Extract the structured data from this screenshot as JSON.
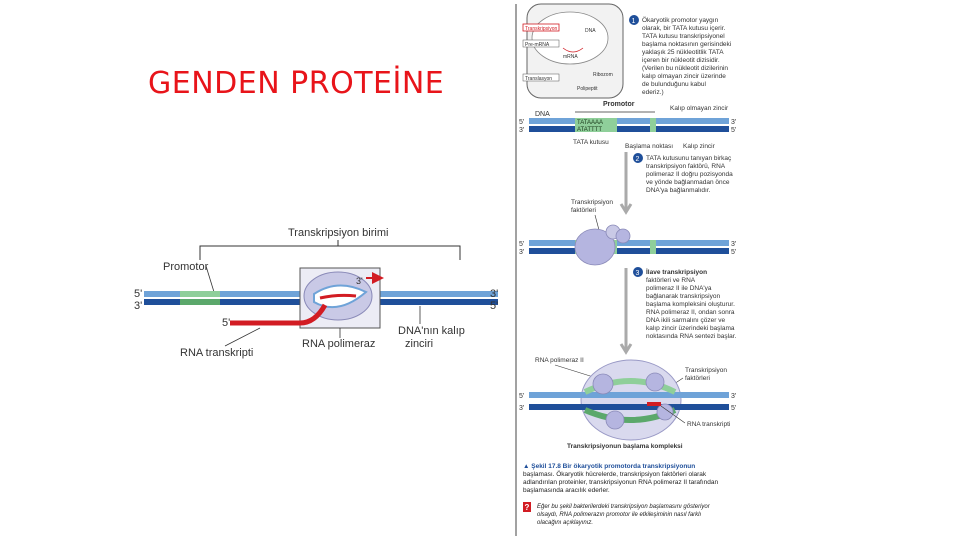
{
  "slide": {
    "title": "GENDEN PROTEİNE"
  },
  "left_figure": {
    "transcription_unit": "Transkripsiyon birimi",
    "promoter": "Promotor",
    "five_prime": "5'",
    "three_prime": "3'",
    "rna_polymerase": "RNA polimeraz",
    "rna_transcript": "RNA transkripti",
    "template_line1": "DNA'nın kalıp",
    "template_line2": "zinciri"
  },
  "right_figure": {
    "cell_labels": [
      "Transkripsiyon",
      "DNA",
      "Pre-mRNA",
      "mRNA",
      "Translasyon",
      "Polipeptit",
      "Ribozom"
    ],
    "step1_number": "1",
    "step1_lines": [
      "Ökaryotik promotor yaygın",
      "olarak, bir TATA kutusu içerir.",
      "TATA kutusu transkripsiyonel",
      "başlama noktasının gerisindeki",
      "yaklaşık 25 nükleotitlik TATA",
      "içeren bir nükleotit dizisidir.",
      "(Verilen bu nükleotit dizilerinin",
      "kalıp olmayan zincir üzerinde",
      "de bulunduğunu kabul",
      "ederiz.)"
    ],
    "promoter": "Promotor",
    "non_template": "Kalıp olmayan zincir",
    "dna": "DNA",
    "tata_seq_top": "TATAAAA",
    "tata_seq_bottom": "ATATTTT",
    "tata_box": "TATA kutusu",
    "start_point": "Başlama noktası",
    "template": "Kalıp zincir",
    "step2_number": "2",
    "step2_lines": [
      "TATA kutusunu tanıyan birkaç",
      "transkripsiyon faktörü, RNA",
      "polimeraz II doğru pozisyonda",
      "ve yönde bağlanmadan önce",
      "DNA'ya bağlanmalıdır."
    ],
    "tf_line1": "Transkripsiyon",
    "tf_line2": "faktörleri",
    "step3_number": "3",
    "step3_lines": [
      "İlave transkripsiyon",
      "faktörleri ve RNA",
      "polimeraz II ile DNA'ya",
      "bağlanarak transkripsiyon",
      "başlama kompleksini oluşturur.",
      "RNA polimeraz II, ondan sonra",
      "DNA ikili sarmalını çözer ve",
      "kalıp zincir üzerindeki başlama",
      "noktasında RNA sentezi başlar."
    ],
    "rna_pol2": "RNA polimeraz II",
    "tf_line1b": "Transkripsiyon",
    "tf_line2b": "faktörleri",
    "rna_transcript": "RNA transkripti",
    "initiation_complex": "Transkripsiyonun başlama kompleksi",
    "five_prime": "5'",
    "three_prime": "3'",
    "caption_lines": [
      "▲ Şekil 17.8  Bir ökaryotik promotorda transkripsiyonun",
      "başlaması. Ökaryotik hücrelerde, transkripsiyon faktörleri olarak",
      "adlandırılan proteinler, transkripsiyonun RNA polimeraz II tarafından",
      "başlamasında aracılık ederler."
    ],
    "question_mark": "?",
    "question_lines": [
      "Eğer bu şekil bakterilerdeki transkripsiyon başlamasını gösteriyor",
      "olsaydı, RNA polimerazın promotor ile etkileşiminin nasıl farklı",
      "olacağını açıklayınız."
    ]
  },
  "colors": {
    "title": "#e8141a",
    "dna_blue": "#1f4f9a",
    "dna_light": "#6fa3d8",
    "promoter_green": "#8fcf9a",
    "rna_red": "#d21c23",
    "polymerase": "#c9c9e6"
  }
}
